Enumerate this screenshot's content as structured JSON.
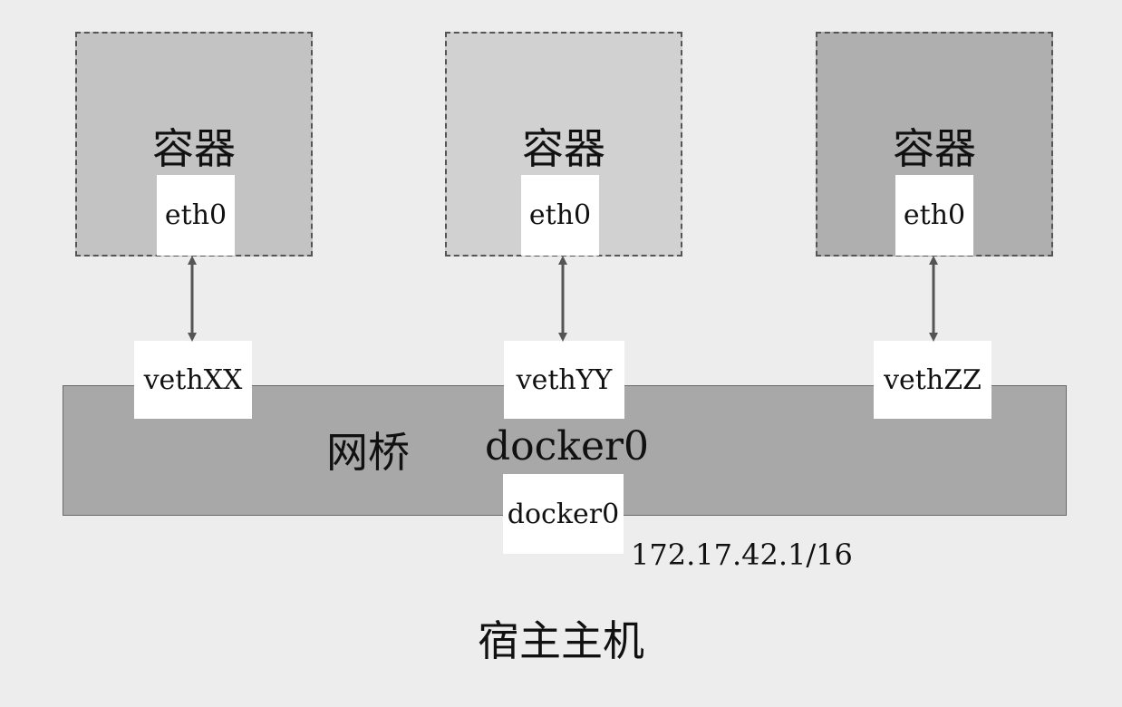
{
  "containers": [
    {
      "label": "容器",
      "interface": "eth0",
      "veth": "vethXX"
    },
    {
      "label": "容器",
      "interface": "eth0",
      "veth": "vethYY"
    },
    {
      "label": "容器",
      "interface": "eth0",
      "veth": "vethZZ"
    }
  ],
  "bridge": {
    "label": "网桥",
    "name": "docker0",
    "interface": "docker0",
    "ip": "172.17.42.1/16"
  },
  "host": {
    "label": "宿主主机"
  },
  "colors": {
    "background": "#ededed",
    "container_1": "#c3c3c3",
    "container_2": "#d1d1d1",
    "container_3": "#afafaf",
    "bridge": "#a8a8a8",
    "port": "#ffffff",
    "arrow": "#555555"
  }
}
